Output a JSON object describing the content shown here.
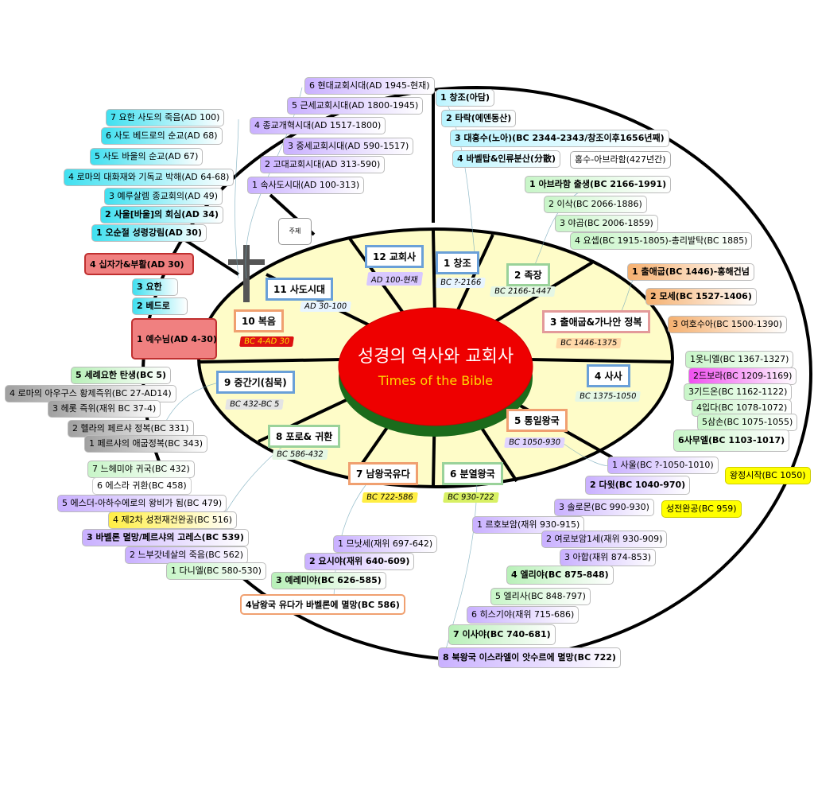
{
  "center": {
    "title_ko": "성경의 역사와 교회사",
    "title_en": "Times of the Bible"
  },
  "sectors": [
    {
      "label": "1 창조",
      "date": "BC ?-2166"
    },
    {
      "label": "2 족장",
      "date": "BC 2166-1447"
    },
    {
      "label": "3 출애굽&가나안 정복",
      "date": "BC 1446-1375"
    },
    {
      "label": "4 사사",
      "date": "BC 1375-1050"
    },
    {
      "label": "5 통일왕국",
      "date": "BC  1050-930"
    },
    {
      "label": "6 분열왕국",
      "date": "BC 930-722"
    },
    {
      "label": "7 남왕국유다",
      "date": "BC 722-586"
    },
    {
      "label": "8 포로& 귀환",
      "date": "BC 586-432"
    },
    {
      "label": "9 중간기(침묵)",
      "date": "BC 432-BC 5"
    },
    {
      "label": "10 복음",
      "date": "BC 4-AD 30"
    },
    {
      "label": "11 사도시대",
      "date": "AD 30-100"
    },
    {
      "label": "12 교회사",
      "date": "AD 100-현재"
    }
  ],
  "small_note": "주제",
  "church": [
    "6 현대교회시대(AD 1945-현재)",
    "5 근세교회시대(AD 1800-1945)",
    "4 종교개혁시대(AD 1517-1800)",
    "3 중세교회시대(AD 590-1517)",
    "2 고대교회시대(AD 313-590)",
    "1 속사도시대(AD 100-313)"
  ],
  "apostles": [
    "7 요한 사도의 죽음(AD 100)",
    "6 사도 베드로의 순교(AD 68)",
    "5 사도 바울의 순교(AD 67)",
    "4 로마의 대화재와 기독교 박해(AD 64-68)",
    "3 예루살렘 종교회의(AD 49)",
    "2 사울[바울]의 회심(AD 34)",
    "1 오순절 성령강림(AD 30)"
  ],
  "gospel": {
    "cross": "4 십자가&부활(AD 30)",
    "john": "3 요한",
    "peter": "2 베드로",
    "jesus": "1 예수님(AD 4-30)"
  },
  "intertestament": [
    "5 세례요한 탄생(BC 5)",
    "4 로마의 아우구스 황제즉위(BC 27-AD14)",
    "3 헤롯 즉위(재위 BC 37-4)",
    "2 헬라의 페르샤 정복(BC 331)",
    "1 페르샤의 애굽정복(BC 343)"
  ],
  "exile": [
    "7 느헤미야 귀국(BC 432)",
    "6 에스라 귀환(BC 458)",
    "5 에스더-아하수에로의 왕비가 됨(BC 479)",
    "4 제2차 성전재건완공(BC 516)",
    "3 바벨론 멸망/페르샤의 고레스(BC 539)",
    "2 느부갓네살의 죽음(BC 562)",
    "1 다니엘(BC 580-530)"
  ],
  "judah": [
    "1 므낫세(재위 697-642)",
    "2 요시야(재위 640-609)",
    "3 예레미야(BC 626-585)",
    "4남왕국 유다가 바벨론에 멸망(BC 586)"
  ],
  "creation": [
    "1 창조(아담)",
    "2 타락(에덴동산)",
    "3 대홍수(노아)(BC 2344-2343/창조이후1656년째)",
    "4 바벨탑&인류분산(分散)",
    "홍수-아브라함(427년간)"
  ],
  "patriarchs": [
    "1 아브라함 출생(BC 2166-1991)",
    "2 이삭(BC 2066-1886)",
    "3 야곱(BC 2006-1859)",
    "4 요셉(BC 1915-1805)-총리발탁(BC 1885)"
  ],
  "exodus": [
    "1 출애굽(BC 1446)-홍해건넘",
    "2 모세(BC 1527-1406)",
    "3 여호수아(BC 1500-1390)"
  ],
  "judges": [
    "1옷니엘(BC 1367-1327)",
    "2드보라(BC 1209-1169)",
    "3기드온(BC 1162-1122)",
    "4입다(BC 1078-1072)",
    "5삼손(BC 1075-1055)",
    "6사무엘(BC 1103-1017)"
  ],
  "kingdom": [
    "1 사울(BC ?-1050-1010)",
    "2 다윗(BC 1040-970)",
    "3 솔로몬(BC 990-930)",
    "왕정시작(BC 1050)",
    "성전완공(BC 959)"
  ],
  "divided": [
    "1 르호보암(재위 930-915)",
    "2 여로보암1세(재위 930-909)",
    "3 아합(재위 874-853)",
    "4 엘리야(BC 875-848)",
    "5 엘리사(BC 848-797)",
    "6 히스기야(재위 715-686)",
    "7 이사야(BC 740-681)",
    "8 북왕국 이스라엘이 앗수르에 멸망(BC 722)"
  ],
  "colors": {
    "center": "#ee0000",
    "disc": "#fefcc8",
    "rim": "#228b22"
  }
}
